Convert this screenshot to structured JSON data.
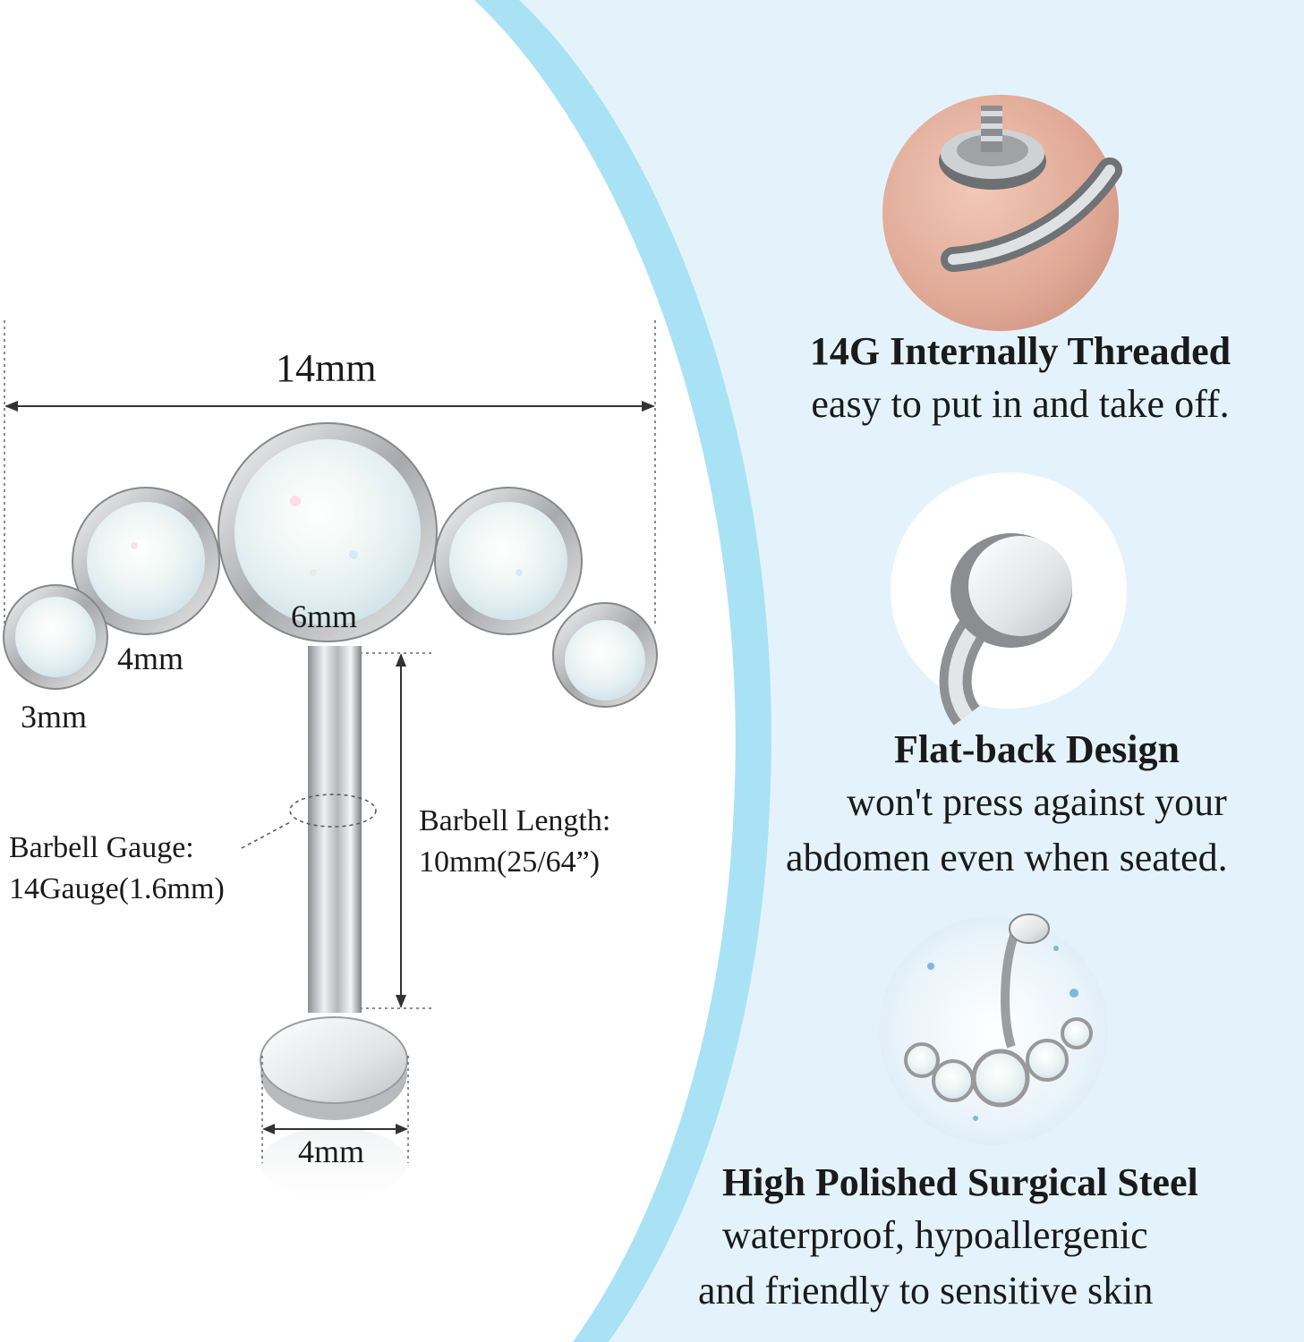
{
  "dimensions": {
    "width": "14mm",
    "large_opal": "6mm",
    "medium_opal": "4mm",
    "small_opal": "3mm",
    "disc": "4mm"
  },
  "specs": {
    "gauge_title": "Barbell Gauge:",
    "gauge_value": "14Gauge(1.6mm)",
    "length_title": "Barbell Length:",
    "length_value": "10mm(25/64”)"
  },
  "features": [
    {
      "title": "14G Internally Threaded",
      "lines": [
        "easy to put in and take off."
      ]
    },
    {
      "title": "Flat-back Design",
      "lines": [
        "won't press against your",
        "abdomen even when seated."
      ]
    },
    {
      "title": "High Polished Surgical Steel",
      "lines": [
        "waterproof, hypoallergenic",
        "and friendly to sensitive skin"
      ]
    }
  ],
  "colors": {
    "panel_blue": "#e4f3fb",
    "accent_blue": "#a9e2f4",
    "text": "#1a1a1a"
  }
}
